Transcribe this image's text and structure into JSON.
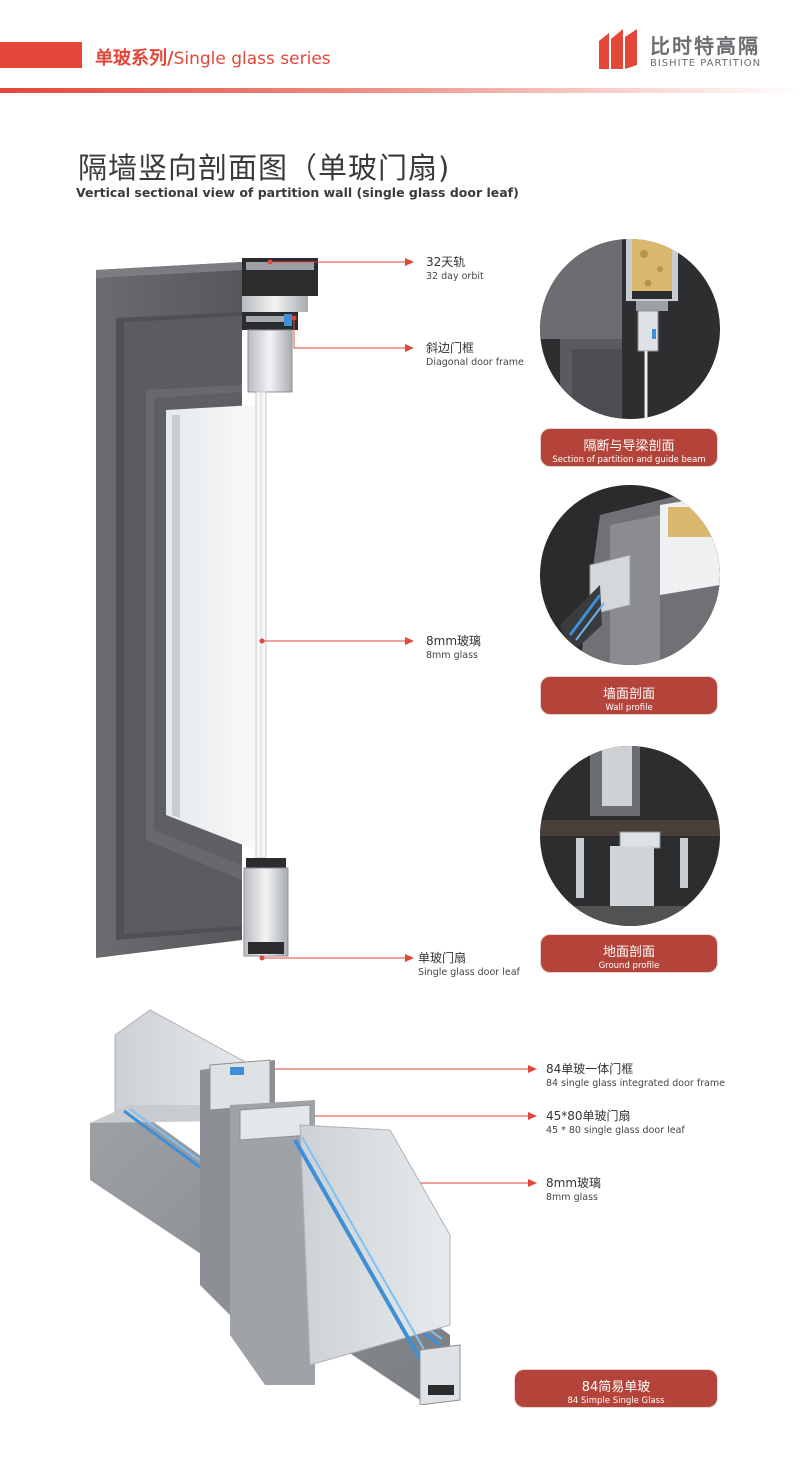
{
  "header": {
    "series_cn": "单玻系列/",
    "series_en": "Single glass series",
    "brand_cn": "比时特高隔",
    "brand_en": "BISHITE PARTITION"
  },
  "title": {
    "main": "隔墙竖向剖面图（单玻门扇)",
    "sub": "Vertical sectional view of partition wall (single glass door leaf)"
  },
  "callouts_top": [
    {
      "cn": "32天轨",
      "en": "32 day orbit"
    },
    {
      "cn": "斜边门框",
      "en": "Diagonal door frame"
    },
    {
      "cn": "8mm玻璃",
      "en": "8mm glass"
    },
    {
      "cn": "单玻门扇",
      "en": "Single glass door leaf"
    }
  ],
  "sections": [
    {
      "cn": "隔断与导梁剖面",
      "en": "Section of partition and guide beam"
    },
    {
      "cn": "墙面剖面",
      "en": "Wall profile"
    },
    {
      "cn": "地面剖面",
      "en": "Ground profile"
    }
  ],
  "callouts_bottom": [
    {
      "cn": "84单玻一体门框",
      "en": "84 single glass integrated door frame"
    },
    {
      "cn": "45*80单玻门扇",
      "en": "45 * 80 single glass door leaf"
    },
    {
      "cn": "8mm玻璃",
      "en": "8mm glass"
    }
  ],
  "product": {
    "cn": "84简易单玻",
    "en": "84 Simple Single Glass"
  },
  "colors": {
    "accent": "#e2473a",
    "pill": "#b4443a",
    "frame": "#5f6164"
  }
}
